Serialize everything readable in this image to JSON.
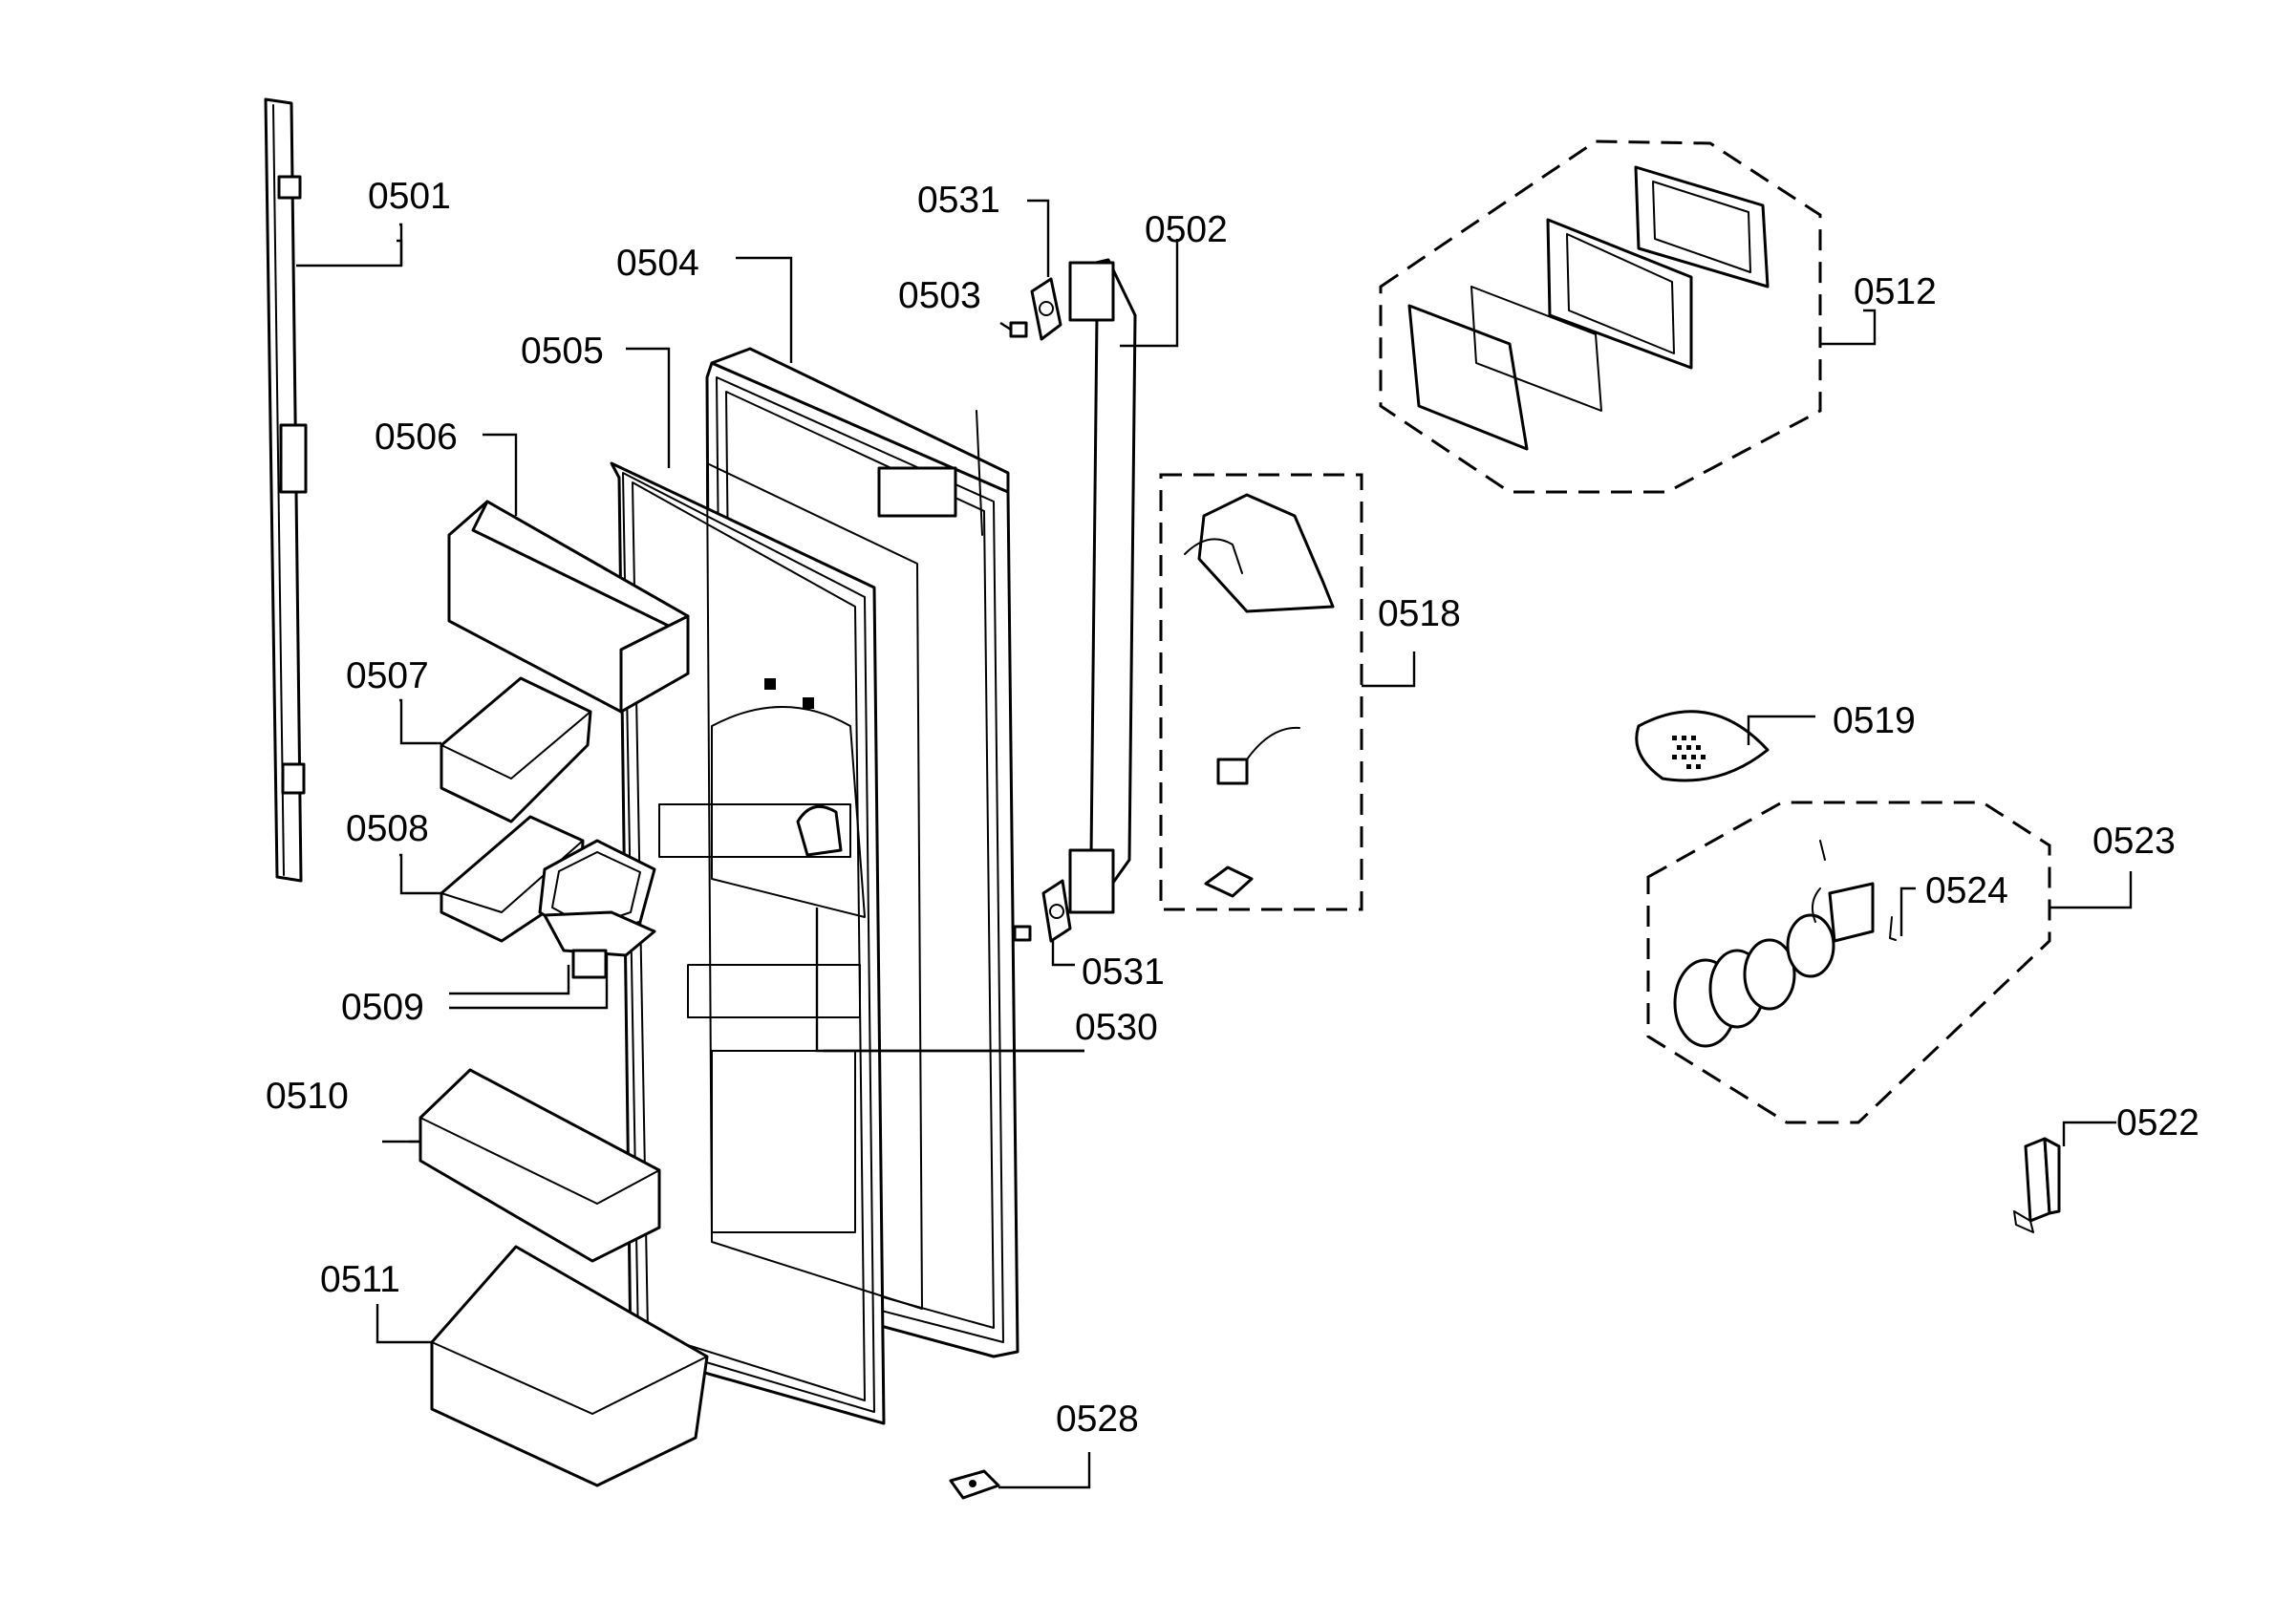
{
  "diagram": {
    "part_labels": [
      {
        "id": "p0501",
        "text": "0501"
      },
      {
        "id": "p0502",
        "text": "0502"
      },
      {
        "id": "p0503",
        "text": "0503"
      },
      {
        "id": "p0504",
        "text": "0504"
      },
      {
        "id": "p0505",
        "text": "0505"
      },
      {
        "id": "p0506",
        "text": "0506"
      },
      {
        "id": "p0507",
        "text": "0507"
      },
      {
        "id": "p0508",
        "text": "0508"
      },
      {
        "id": "p0509",
        "text": "0509"
      },
      {
        "id": "p0510",
        "text": "0510"
      },
      {
        "id": "p0511",
        "text": "0511"
      },
      {
        "id": "p0512",
        "text": "0512"
      },
      {
        "id": "p0518",
        "text": "0518"
      },
      {
        "id": "p0519",
        "text": "0519"
      },
      {
        "id": "p0522",
        "text": "0522"
      },
      {
        "id": "p0523",
        "text": "0523"
      },
      {
        "id": "p0524",
        "text": "0524"
      },
      {
        "id": "p0528",
        "text": "0528"
      },
      {
        "id": "p0530",
        "text": "0530"
      },
      {
        "id": "p0531a",
        "text": "0531"
      },
      {
        "id": "p0531b",
        "text": "0531"
      }
    ]
  }
}
